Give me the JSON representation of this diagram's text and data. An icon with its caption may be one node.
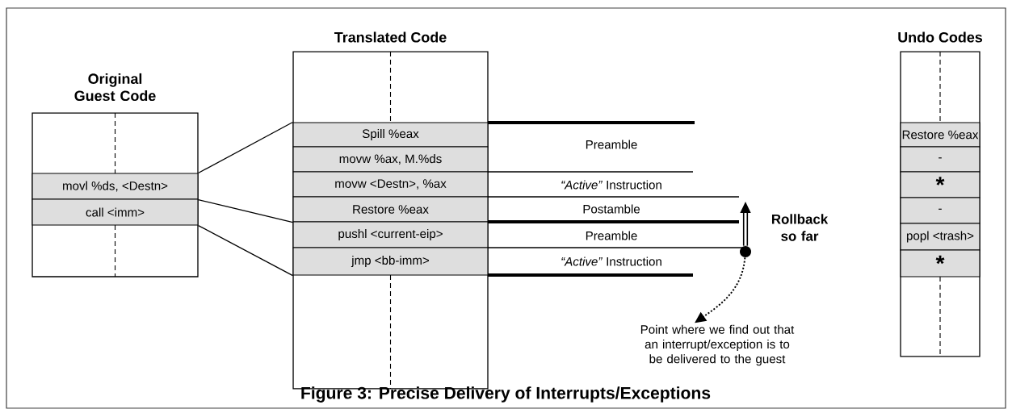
{
  "diagram": {
    "caption": "Figure 3: Precise Delivery of Interrupts/Exceptions",
    "nodes": [
      {
        "text": [
          "Original Guest Code"
        ]
      },
      {
        "text": [
          "movl %ds, <Destn>"
        ],
        "in": 0
      },
      {
        "text": [
          "call <imm>"
        ],
        "in": 0
      },
      {
        "text": [
          "Translated Code"
        ]
      },
      {
        "text": [
          "Spill %eax"
        ],
        "in": 3
      },
      {
        "text": [
          "movw %ax, M.%ds"
        ],
        "in": 3
      },
      {
        "text": [
          "movw <Destn>, %ax"
        ],
        "in": 3
      },
      {
        "text": [
          "Restore %eax"
        ],
        "in": 3
      },
      {
        "text": [
          "pushl <current-eip>"
        ],
        "in": 3
      },
      {
        "text": [
          "jmp <bb-imm>"
        ],
        "in": 3
      },
      {
        "text": [
          "Undo Codes"
        ]
      },
      {
        "text": [
          "Restore %eax"
        ],
        "in": 10
      },
      {
        "text": [
          "-"
        ],
        "in": 10
      },
      {
        "text": [
          "*"
        ],
        "in": 10
      },
      {
        "text": [
          "-"
        ],
        "in": 10
      },
      {
        "text": [
          "popl <trash>"
        ],
        "in": 10
      },
      {
        "text": [
          "*"
        ],
        "in": 10
      },
      {
        "text": [
          "Point where we find out that an interrupt/exception is to be delivered to the guest"
        ]
      },
      {
        "text": [],
        "shape": "circle"
      }
    ],
    "edges": [
      {
        "from": 1,
        "to": 4,
        "arrow": "none"
      },
      {
        "from": 1,
        "to": 7,
        "arrow": "none"
      },
      {
        "from": 2,
        "to": 9,
        "arrow": "none"
      },
      {
        "from": 18,
        "to": 17,
        "arrow": "to",
        "style": "dashed"
      },
      {
        "from": 18,
        "to": null,
        "arrow": "to",
        "style": "thick"
      }
    ],
    "labels": [
      "Preamble",
      "*“Active”* Instruction",
      "Postamble",
      "Preamble",
      "*“Active”* Instruction",
      "Rollback so far"
    ]
  }
}
